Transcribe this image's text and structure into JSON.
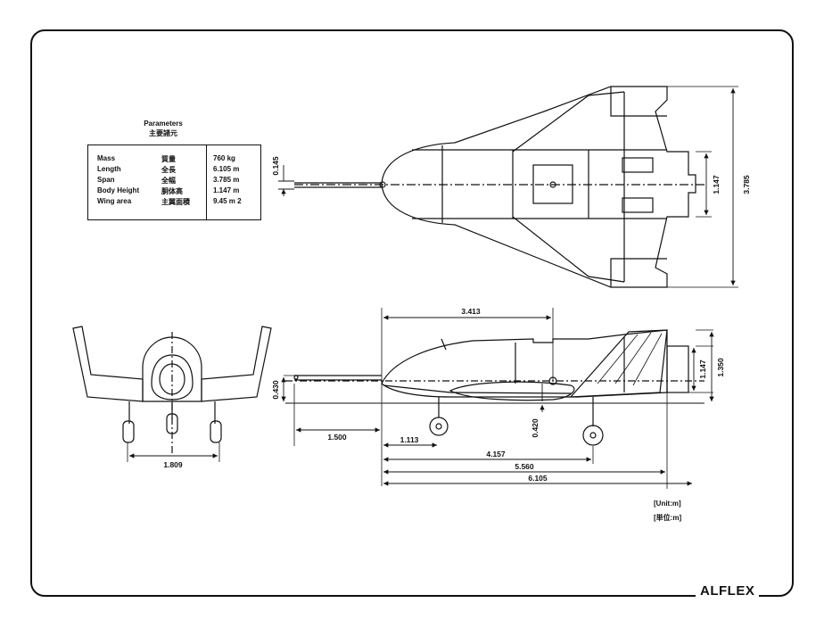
{
  "brand": "ALFLEX",
  "parameters": {
    "title_en": "Parameters",
    "title_jp": "主要諸元",
    "rows": [
      {
        "en": "Mass",
        "jp": "質量",
        "value": "760 kg"
      },
      {
        "en": "Length",
        "jp": "全長",
        "value": "6.105 m"
      },
      {
        "en": "Span",
        "jp": "全幅",
        "value": "3.785 m"
      },
      {
        "en": "Body Height",
        "jp": "胴体高",
        "value": "1.147 m"
      },
      {
        "en": "Wing area",
        "jp": "主翼面積",
        "value": "9.45 m 2"
      }
    ]
  },
  "units": {
    "en": "[Unit:m]",
    "jp": "[単位:m]"
  },
  "dimensions": {
    "top_probe_offset": "0.145",
    "top_body_height": "1.147",
    "top_span": "3.785",
    "side_cg_to_nose": "3.413",
    "side_body_height": "1.147",
    "side_total_height": "1.350",
    "side_probe_height": "0.430",
    "side_probe_length": "1.500",
    "side_nose_gear": "1.113",
    "side_gear_height": "0.420",
    "side_main_gear": "4.157",
    "side_tail": "5.560",
    "side_length": "6.105",
    "front_track": "1.809"
  },
  "colors": {
    "line": "#111111",
    "background": "#ffffff"
  }
}
